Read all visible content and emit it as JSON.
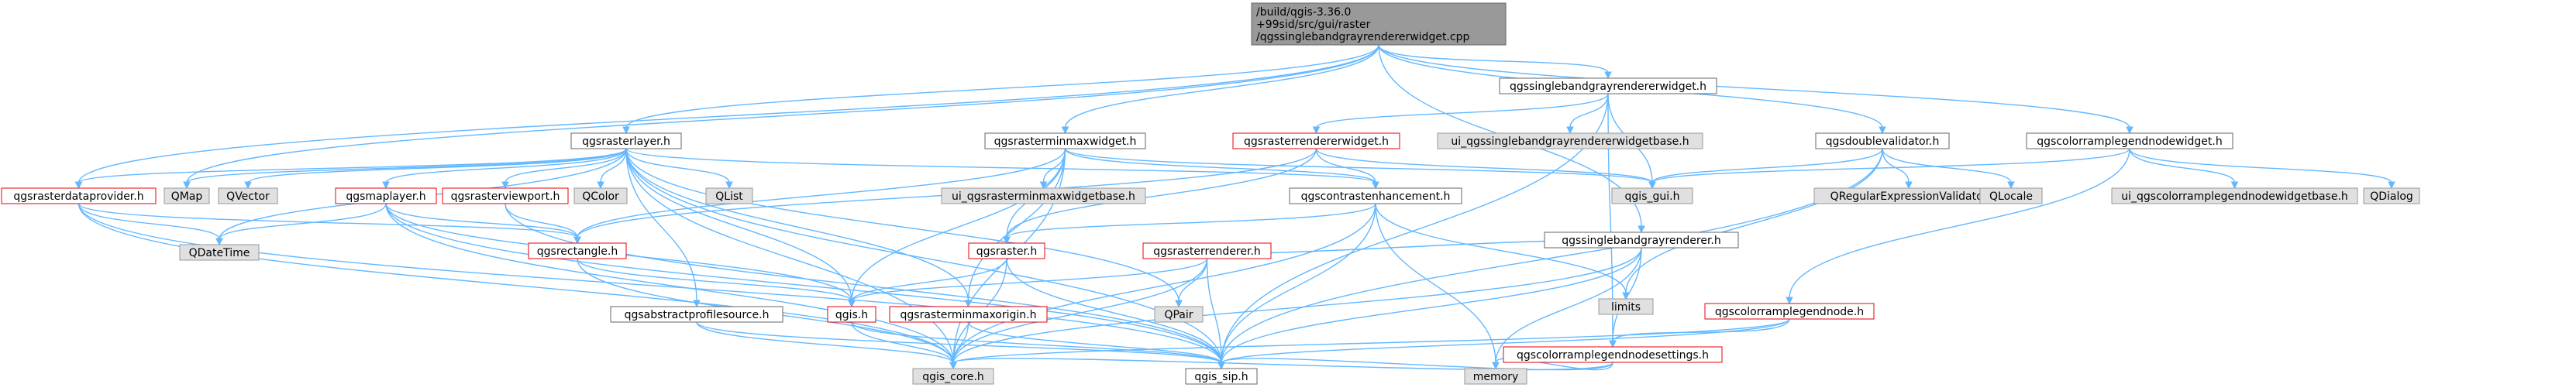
{
  "colors": {
    "edge": "#63b8ff",
    "root_fill": "#999999",
    "root_border": "#666666",
    "plain_fill": "#ffffff",
    "plain_border": "#666666",
    "linked_fill": "#ffffff",
    "linked_border": "#e8000a",
    "system_fill": "#e0e0e0",
    "system_border": "#999999",
    "text": "#000000"
  },
  "nodes": [
    {
      "id": "root",
      "lines": [
        "/build/qgis-3.36.0",
        "+99sid/src/gui/raster",
        "/qgssinglebandgrayrendererwidget.cpp"
      ],
      "style": "root"
    },
    {
      "id": "qgsrasterlayer",
      "lines": [
        "qgsrasterlayer.h"
      ],
      "style": "plain"
    },
    {
      "id": "qgsrasterminmaxwidget",
      "lines": [
        "qgsrasterminmaxwidget.h"
      ],
      "style": "plain"
    },
    {
      "id": "qgssinglebandgrayrendererwidget_h",
      "lines": [
        "qgssinglebandgrayrendererwidget.h"
      ],
      "style": "plain"
    },
    {
      "id": "qgsdoublevalidator",
      "lines": [
        "qgsdoublevalidator.h"
      ],
      "style": "plain"
    },
    {
      "id": "qgscolorramplegendnodewidget",
      "lines": [
        "qgscolorramplegendnodewidget.h"
      ],
      "style": "plain"
    },
    {
      "id": "qgsrasterrendererwidget",
      "lines": [
        "qgsrasterrendererwidget.h"
      ],
      "style": "linked"
    },
    {
      "id": "ui_qgssinglebandgray",
      "lines": [
        "ui_qgssinglebandgrayrendererwidgetbase.h"
      ],
      "style": "system"
    },
    {
      "id": "qgsrasterdataprovider",
      "lines": [
        "qgsrasterdataprovider.h"
      ],
      "style": "linked"
    },
    {
      "id": "QMap",
      "lines": [
        "QMap"
      ],
      "style": "system"
    },
    {
      "id": "QVector",
      "lines": [
        "QVector"
      ],
      "style": "system"
    },
    {
      "id": "qgsmaplayer",
      "lines": [
        "qgsmaplayer.h"
      ],
      "style": "linked"
    },
    {
      "id": "qgsrasterviewport",
      "lines": [
        "qgsrasterviewport.h"
      ],
      "style": "linked"
    },
    {
      "id": "QColor",
      "lines": [
        "QColor"
      ],
      "style": "system"
    },
    {
      "id": "QList",
      "lines": [
        "QList"
      ],
      "style": "system"
    },
    {
      "id": "ui_qgsrasterminmax",
      "lines": [
        "ui_qgsrasterminmaxwidgetbase.h"
      ],
      "style": "system"
    },
    {
      "id": "qgscontrastenhancement",
      "lines": [
        "qgscontrastenhancement.h"
      ],
      "style": "plain"
    },
    {
      "id": "qgis_gui",
      "lines": [
        "qgis_gui.h"
      ],
      "style": "system"
    },
    {
      "id": "qgssinglebandgrayrenderer",
      "lines": [
        "qgssinglebandgrayrenderer.h"
      ],
      "style": "plain"
    },
    {
      "id": "QRegularExpressionValidator",
      "lines": [
        "QRegularExpressionValidator"
      ],
      "style": "system"
    },
    {
      "id": "QLocale",
      "lines": [
        "QLocale"
      ],
      "style": "system"
    },
    {
      "id": "ui_qgscolorramplegend",
      "lines": [
        "ui_qgscolorramplegendnodewidgetbase.h"
      ],
      "style": "system"
    },
    {
      "id": "QDialog",
      "lines": [
        "QDialog"
      ],
      "style": "system"
    },
    {
      "id": "QDateTime",
      "lines": [
        "QDateTime"
      ],
      "style": "system"
    },
    {
      "id": "qgsrectangle",
      "lines": [
        "qgsrectangle.h"
      ],
      "style": "linked"
    },
    {
      "id": "qgsraster",
      "lines": [
        "qgsraster.h"
      ],
      "style": "linked"
    },
    {
      "id": "qgsrasterrenderer",
      "lines": [
        "qgsrasterrenderer.h"
      ],
      "style": "linked"
    },
    {
      "id": "limits",
      "lines": [
        "limits"
      ],
      "style": "system"
    },
    {
      "id": "qgscolorramplegendnode",
      "lines": [
        "qgscolorramplegendnode.h"
      ],
      "style": "linked"
    },
    {
      "id": "qgsabstractprofilesource",
      "lines": [
        "qgsabstractprofilesource.h"
      ],
      "style": "plain"
    },
    {
      "id": "qgis_h",
      "lines": [
        "qgis.h"
      ],
      "style": "linked"
    },
    {
      "id": "qgsrasterminmaxorigin",
      "lines": [
        "qgsrasterminmaxorigin.h"
      ],
      "style": "linked"
    },
    {
      "id": "QPair",
      "lines": [
        "QPair"
      ],
      "style": "system"
    },
    {
      "id": "qgscolorramplegendnodesettings",
      "lines": [
        "qgscolorramplegendnodesettings.h"
      ],
      "style": "linked"
    },
    {
      "id": "qgis_core",
      "lines": [
        "qgis_core.h"
      ],
      "style": "system"
    },
    {
      "id": "qgis_sip",
      "lines": [
        "qgis_sip.h"
      ],
      "style": "plain"
    },
    {
      "id": "memory",
      "lines": [
        "memory"
      ],
      "style": "system"
    }
  ],
  "edges": [
    [
      "root",
      "qgsrasterlayer"
    ],
    [
      "root",
      "qgsrasterminmaxwidget"
    ],
    [
      "root",
      "qgssinglebandgrayrendererwidget_h"
    ],
    [
      "root",
      "qgsdoublevalidator"
    ],
    [
      "root",
      "qgscolorramplegendnodewidget"
    ],
    [
      "root",
      "qgssinglebandgrayrenderer"
    ],
    [
      "root",
      "qgsrasterdataprovider"
    ],
    [
      "root",
      "QMap"
    ],
    [
      "qgssinglebandgrayrendererwidget_h",
      "qgsrasterrendererwidget"
    ],
    [
      "qgssinglebandgrayrendererwidget_h",
      "ui_qgssinglebandgray"
    ],
    [
      "qgssinglebandgrayrendererwidget_h",
      "qgis_gui"
    ],
    [
      "qgssinglebandgrayrendererwidget_h",
      "qgscolorramplegendnodesettings"
    ],
    [
      "qgssinglebandgrayrendererwidget_h",
      "qgis_sip"
    ],
    [
      "qgsrasterlayer",
      "qgsrasterdataprovider"
    ],
    [
      "qgsrasterlayer",
      "QMap"
    ],
    [
      "qgsrasterlayer",
      "QVector"
    ],
    [
      "qgsrasterlayer",
      "qgsmaplayer"
    ],
    [
      "qgsrasterlayer",
      "qgsrasterviewport"
    ],
    [
      "qgsrasterlayer",
      "QColor"
    ],
    [
      "qgsrasterlayer",
      "QList"
    ],
    [
      "qgsrasterlayer",
      "qgscontrastenhancement"
    ],
    [
      "qgsrasterlayer",
      "QDateTime"
    ],
    [
      "qgsrasterlayer",
      "qgsabstractprofilesource"
    ],
    [
      "qgsrasterlayer",
      "qgis_h"
    ],
    [
      "qgsrasterlayer",
      "qgsrasterminmaxorigin"
    ],
    [
      "qgsrasterlayer",
      "QPair"
    ],
    [
      "qgsrasterlayer",
      "qgis_core"
    ],
    [
      "qgsrasterlayer",
      "qgis_sip"
    ],
    [
      "qgsrasterminmaxwidget",
      "ui_qgsrasterminmax"
    ],
    [
      "qgsrasterminmaxwidget",
      "qgsrectangle"
    ],
    [
      "qgsrasterminmaxwidget",
      "qgscontrastenhancement"
    ],
    [
      "qgsrasterminmaxwidget",
      "qgsraster"
    ],
    [
      "qgsrasterminmaxwidget",
      "qgsrasterminmaxorigin"
    ],
    [
      "qgsrasterminmaxwidget",
      "qgis_gui"
    ],
    [
      "qgsrasterminmaxwidget",
      "qgis_h"
    ],
    [
      "qgsrasterminmaxwidget",
      "qgis_core"
    ],
    [
      "qgsrasterrendererwidget",
      "qgsrectangle"
    ],
    [
      "qgsrasterrendererwidget",
      "qgscontrastenhancement"
    ],
    [
      "qgsrasterrendererwidget",
      "qgis_gui"
    ],
    [
      "qgsrasterrendererwidget",
      "qgsraster"
    ],
    [
      "qgsdoublevalidator",
      "QRegularExpressionValidator"
    ],
    [
      "qgsdoublevalidator",
      "QLocale"
    ],
    [
      "qgsdoublevalidator",
      "limits"
    ],
    [
      "qgsdoublevalidator",
      "qgis_gui"
    ],
    [
      "qgsdoublevalidator",
      "qgis_sip"
    ],
    [
      "qgscolorramplegendnodewidget",
      "ui_qgscolorramplegend"
    ],
    [
      "qgscolorramplegendnodewidget",
      "QDialog"
    ],
    [
      "qgscolorramplegendnodewidget",
      "qgis_gui"
    ],
    [
      "qgscolorramplegendnodewidget",
      "qgscolorramplegendnode"
    ],
    [
      "qgsrasterdataprovider",
      "qgsrectangle"
    ],
    [
      "qgsrasterdataprovider",
      "QDateTime"
    ],
    [
      "qgsrasterdataprovider",
      "qgis_core"
    ],
    [
      "qgsrasterdataprovider",
      "qgis_sip"
    ],
    [
      "qgsmaplayer",
      "qgsrectangle"
    ],
    [
      "qgsmaplayer",
      "QDateTime"
    ],
    [
      "qgsmaplayer",
      "qgis_h"
    ],
    [
      "qgsmaplayer",
      "qgis_core"
    ],
    [
      "qgsmaplayer",
      "qgis_sip"
    ],
    [
      "qgsrasterviewport",
      "qgsrectangle"
    ],
    [
      "qgsrasterviewport",
      "qgis_sip"
    ],
    [
      "qgscontrastenhancement",
      "qgsraster"
    ],
    [
      "qgscontrastenhancement",
      "limits"
    ],
    [
      "qgscontrastenhancement",
      "memory"
    ],
    [
      "qgscontrastenhancement",
      "qgis_core"
    ],
    [
      "qgscontrastenhancement",
      "qgis_sip"
    ],
    [
      "qgssinglebandgrayrenderer",
      "qgsrasterrenderer"
    ],
    [
      "qgssinglebandgrayrenderer",
      "qgscolorramplegendnodesettings"
    ],
    [
      "qgssinglebandgrayrenderer",
      "memory"
    ],
    [
      "qgssinglebandgrayrenderer",
      "qgis_core"
    ],
    [
      "qgssinglebandgrayrenderer",
      "qgis_sip"
    ],
    [
      "qgsrectangle",
      "qgis_h"
    ],
    [
      "qgsrectangle",
      "qgis_core"
    ],
    [
      "qgsraster",
      "qgis_h"
    ],
    [
      "qgsraster",
      "qgis_core"
    ],
    [
      "qgsraster",
      "qgis_sip"
    ],
    [
      "qgsrasterrenderer",
      "QPair"
    ],
    [
      "qgsrasterrenderer",
      "qgis_h"
    ],
    [
      "qgsrasterrenderer",
      "qgis_core"
    ],
    [
      "qgsrasterrenderer",
      "qgis_sip"
    ],
    [
      "qgscolorramplegendnode",
      "qgscolorramplegendnodesettings"
    ],
    [
      "qgscolorramplegendnode",
      "qgis_core"
    ],
    [
      "qgscolorramplegendnode",
      "qgis_sip"
    ],
    [
      "qgsabstractprofilesource",
      "qgis_core"
    ],
    [
      "qgsabstractprofilesource",
      "qgis_sip"
    ],
    [
      "qgis_h",
      "qgis_core"
    ],
    [
      "qgis_h",
      "qgis_sip"
    ],
    [
      "qgsrasterminmaxorigin",
      "qgis_core"
    ],
    [
      "qgsrasterminmaxorigin",
      "qgis_sip"
    ],
    [
      "qgscolorramplegendnodesettings",
      "memory"
    ],
    [
      "qgscolorramplegendnodesettings",
      "qgis_core"
    ],
    [
      "qgscolorramplegendnodesettings",
      "qgis_sip"
    ]
  ]
}
